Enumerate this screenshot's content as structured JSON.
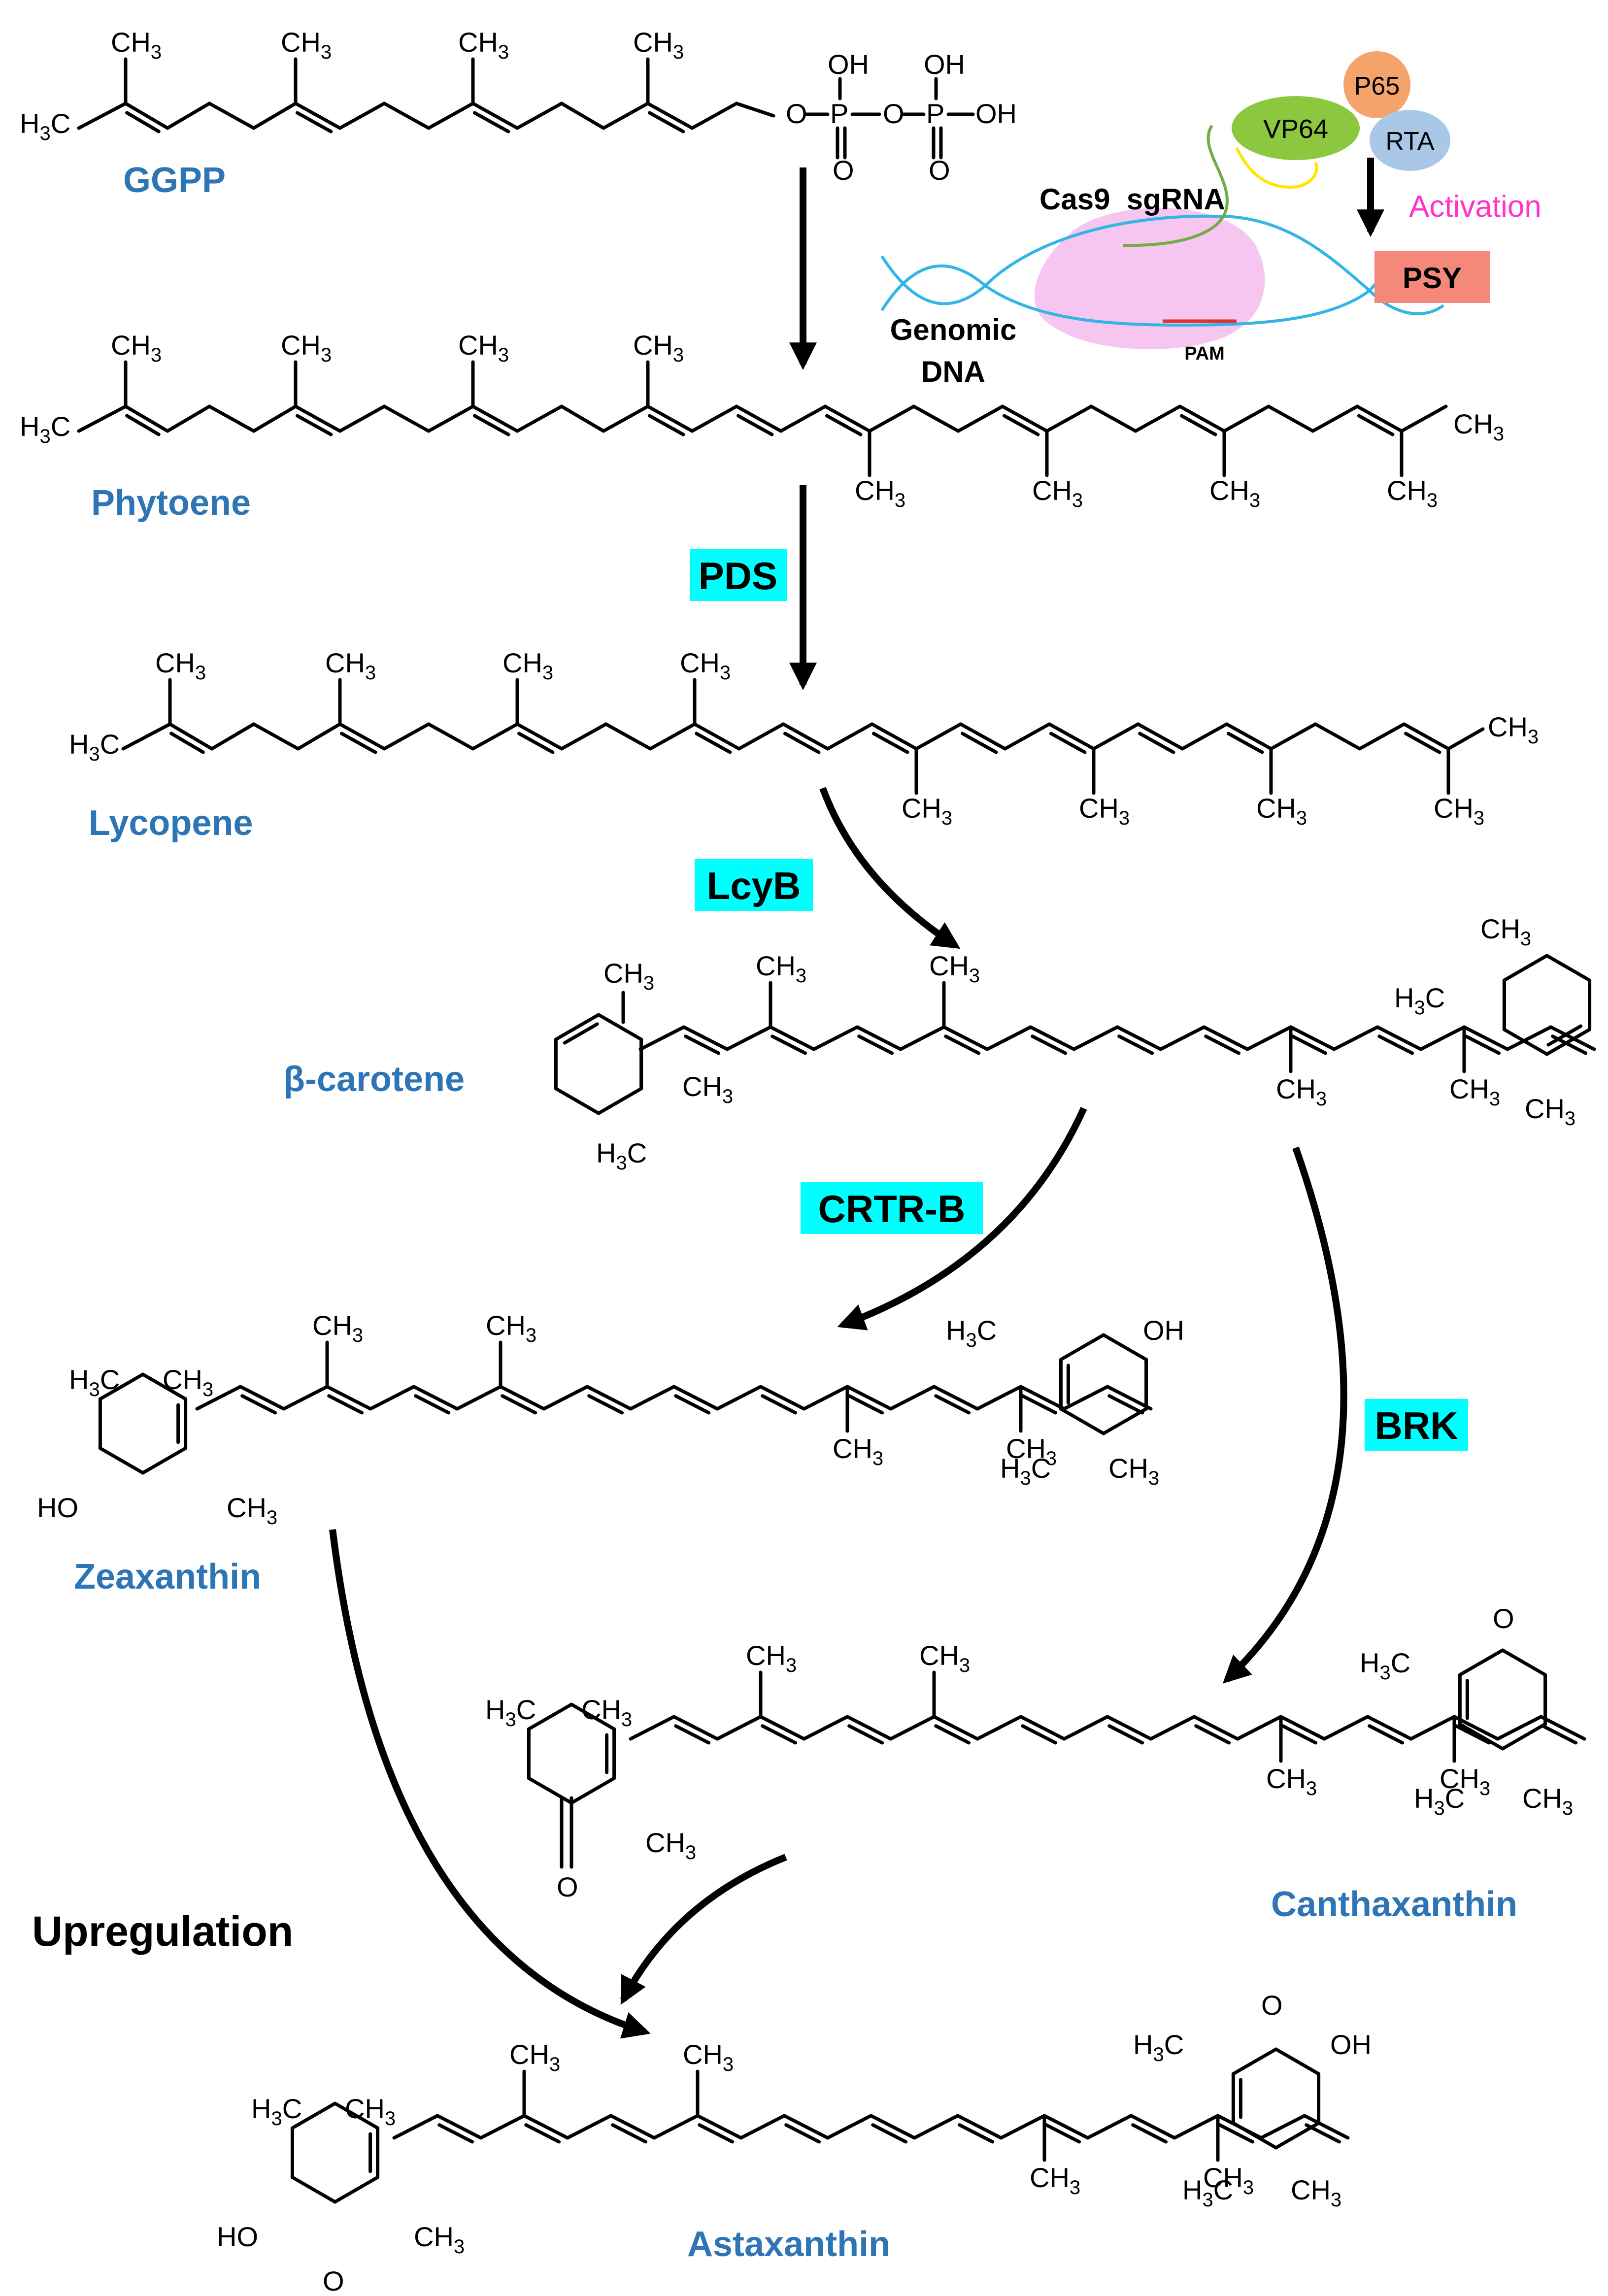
{
  "colors": {
    "compound_label": "#2E75B6",
    "enzyme_box": "#00FFFF",
    "cas9_blob": "#F7C6F0",
    "dna_strand": "#33B5E5",
    "sgrna": "#70AD47",
    "vp64_fill": "#8DC63F",
    "p65_fill": "#F4A46B",
    "rta_fill": "#A9C8E8",
    "psy_fill": "#F4897A",
    "activation_text": "#FF33CC",
    "pam_line": "#E03030"
  },
  "compounds": {
    "ggpp": "GGPP",
    "phytoene": "Phytoene",
    "lycopene": "Lycopene",
    "beta_carotene": "β-carotene",
    "zeaxanthin": "Zeaxanthin",
    "canthaxanthin": "Canthaxanthin",
    "astaxanthin": "Astaxanthin"
  },
  "enzymes": {
    "pds": "PDS",
    "lcyb": "LcyB",
    "crtrb": "CRTR-B",
    "brk": "BRK"
  },
  "upregulation": "Upregulation",
  "inset": {
    "cas9_sgrna": "Cas9  sgRNA",
    "genomic": "Genomic",
    "dna": "DNA",
    "pam": "PAM",
    "vp64": "VP64",
    "p65": "P65",
    "rta": "RTA",
    "activation": "Activation",
    "psy": "PSY"
  },
  "atoms": {
    "ch3": "CH",
    "three": "3",
    "h": "H",
    "c": "C",
    "oh": "OH",
    "ho": "HO",
    "o": "O",
    "p": "P"
  }
}
